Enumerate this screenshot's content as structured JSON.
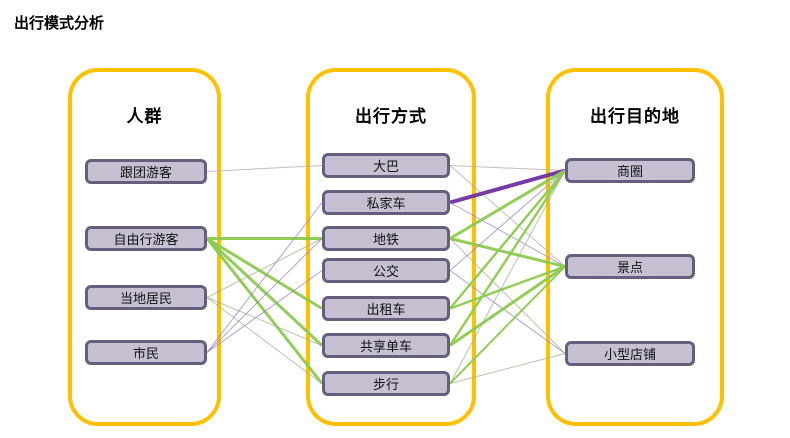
{
  "title": "出行模式分析",
  "palette": {
    "container_border": "#FFC000",
    "node_fill": "#C6C0D2",
    "node_border": "#675E7E",
    "green": "#8CCB4E",
    "purple_dark": "#7030A0",
    "purple_light": "#9A7FBE",
    "olive": "#A3AD8A",
    "gray": "#ABABAB"
  },
  "columns": [
    {
      "id": "crowd",
      "title": "人群",
      "nodes": [
        {
          "id": "p1",
          "label": "跟团游客"
        },
        {
          "id": "p2",
          "label": "自由行游客"
        },
        {
          "id": "p3",
          "label": "当地居民"
        },
        {
          "id": "p4",
          "label": "市民"
        }
      ]
    },
    {
      "id": "mode",
      "title": "出行方式",
      "nodes": [
        {
          "id": "m1",
          "label": "大巴"
        },
        {
          "id": "m2",
          "label": "私家车"
        },
        {
          "id": "m3",
          "label": "地铁"
        },
        {
          "id": "m4",
          "label": "公交"
        },
        {
          "id": "m5",
          "label": "出租车"
        },
        {
          "id": "m6",
          "label": "共享单车"
        },
        {
          "id": "m7",
          "label": "步行"
        }
      ]
    },
    {
      "id": "destination",
      "title": "出行目的地",
      "nodes": [
        {
          "id": "d1",
          "label": "商圈"
        },
        {
          "id": "d2",
          "label": "景点"
        },
        {
          "id": "d3",
          "label": "小型店铺"
        }
      ]
    }
  ],
  "edges": [
    {
      "from": "p1",
      "to": "m1",
      "color": "gray",
      "weight": 1
    },
    {
      "from": "p2",
      "to": "m3",
      "color": "green",
      "weight": 3
    },
    {
      "from": "p2",
      "to": "m5",
      "color": "green",
      "weight": 3
    },
    {
      "from": "p2",
      "to": "m6",
      "color": "green",
      "weight": 3
    },
    {
      "from": "p2",
      "to": "m7",
      "color": "green",
      "weight": 3
    },
    {
      "from": "p3",
      "to": "m3",
      "color": "olive",
      "weight": 1
    },
    {
      "from": "p3",
      "to": "m6",
      "color": "olive",
      "weight": 1
    },
    {
      "from": "p3",
      "to": "m7",
      "color": "olive",
      "weight": 1
    },
    {
      "from": "p4",
      "to": "m2",
      "color": "purple_light",
      "weight": 1
    },
    {
      "from": "p4",
      "to": "m3",
      "color": "purple_light",
      "weight": 1
    },
    {
      "from": "p4",
      "to": "m4",
      "color": "purple_light",
      "weight": 1
    },
    {
      "from": "m1",
      "to": "d1",
      "color": "gray",
      "weight": 1
    },
    {
      "from": "m1",
      "to": "d2",
      "color": "gray",
      "weight": 1
    },
    {
      "from": "m2",
      "to": "d1",
      "color": "purple_dark",
      "weight": 4
    },
    {
      "from": "m2",
      "to": "d2",
      "color": "purple_light",
      "weight": 1
    },
    {
      "from": "m3",
      "to": "d1",
      "color": "green",
      "weight": 3
    },
    {
      "from": "m3",
      "to": "d2",
      "color": "green",
      "weight": 3
    },
    {
      "from": "m3",
      "to": "d3",
      "color": "olive",
      "weight": 1
    },
    {
      "from": "m4",
      "to": "d1",
      "color": "purple_light",
      "weight": 1
    },
    {
      "from": "m4",
      "to": "d3",
      "color": "purple_light",
      "weight": 1
    },
    {
      "from": "m5",
      "to": "d1",
      "color": "green",
      "weight": 2.5
    },
    {
      "from": "m5",
      "to": "d2",
      "color": "green",
      "weight": 2.5
    },
    {
      "from": "m6",
      "to": "d1",
      "color": "green",
      "weight": 2.5
    },
    {
      "from": "m6",
      "to": "d2",
      "color": "green",
      "weight": 3
    },
    {
      "from": "m7",
      "to": "d1",
      "color": "olive",
      "weight": 1
    },
    {
      "from": "m7",
      "to": "d2",
      "color": "green",
      "weight": 2
    },
    {
      "from": "m7",
      "to": "d3",
      "color": "olive",
      "weight": 1
    }
  ]
}
